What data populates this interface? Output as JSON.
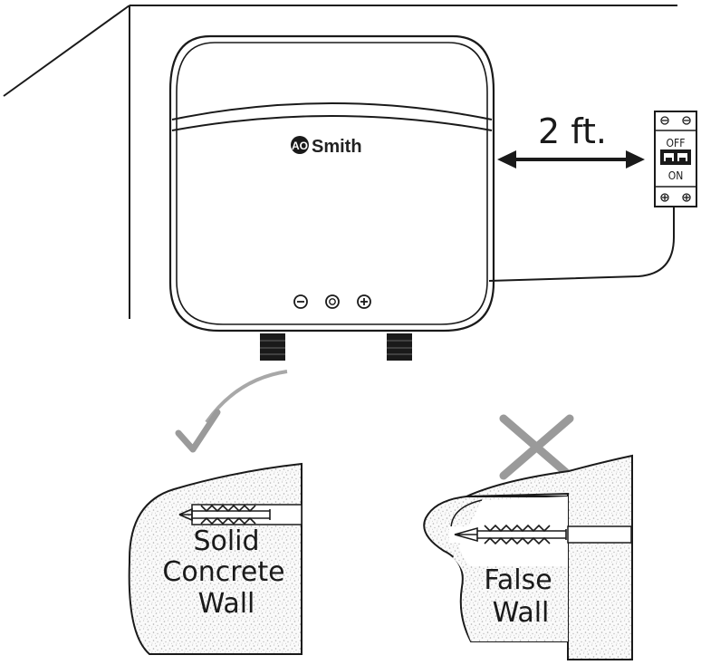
{
  "brand": {
    "logo_letters": "AO",
    "name": "Smith"
  },
  "distance": {
    "label": "2 ft."
  },
  "breaker": {
    "off_label": "OFF",
    "on_label": "ON"
  },
  "controls": {
    "minus_icon": "minus-circle-icon",
    "power_icon": "power-knob-icon",
    "plus_icon": "plus-circle-icon"
  },
  "walls": {
    "good": {
      "mark_icon": "check-mark-icon",
      "label_lines": [
        "Solid",
        "Concrete",
        "Wall"
      ]
    },
    "bad": {
      "mark_icon": "x-mark-icon",
      "label_lines": [
        "False",
        "Wall"
      ]
    }
  },
  "colors": {
    "line": "#1a1a1a",
    "mark_gray": "#9a9a9a",
    "concrete_dot": "#b5b5b5"
  }
}
